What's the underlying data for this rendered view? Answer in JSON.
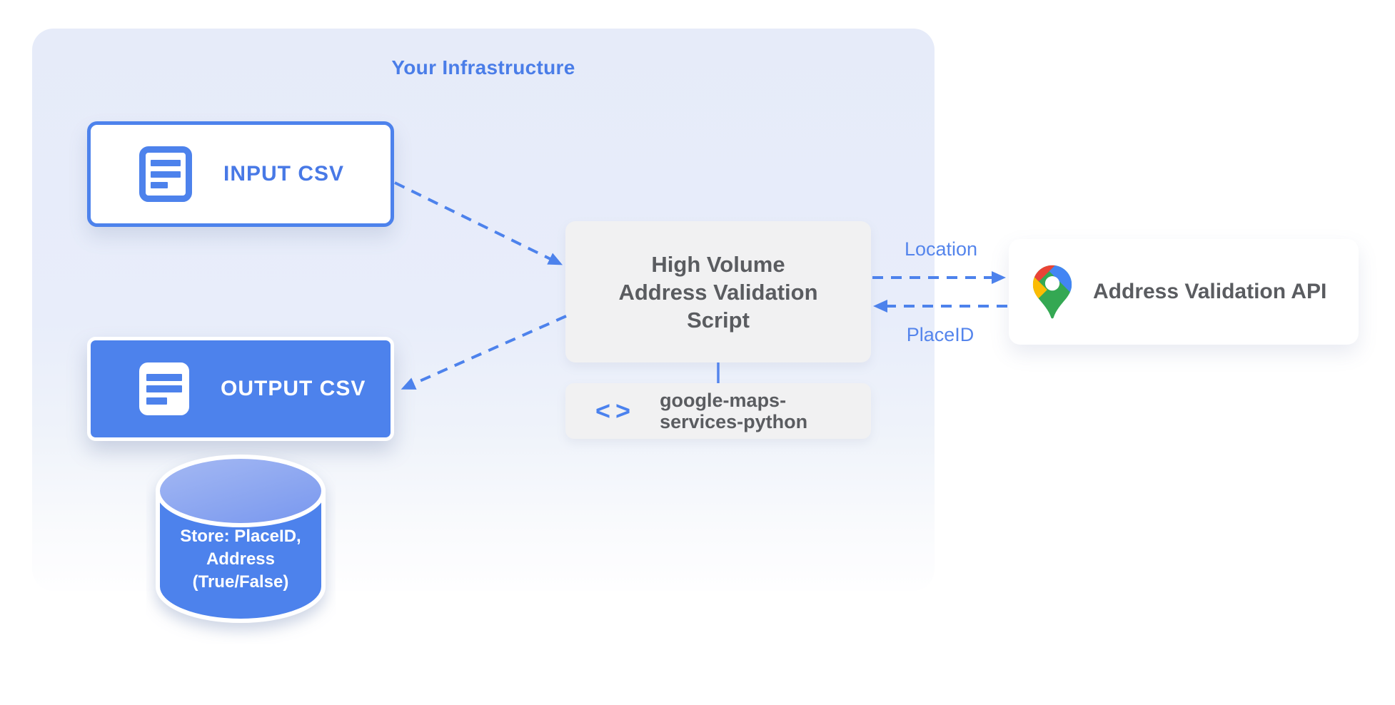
{
  "infrastructure": {
    "title": "Your Infrastructure"
  },
  "nodes": {
    "input_csv": {
      "label": "INPUT CSV",
      "icon": "document-icon"
    },
    "output_csv": {
      "label": "OUTPUT CSV",
      "icon": "document-icon"
    },
    "datastore": {
      "lines": [
        "Store: PlaceID,",
        "Address",
        "(True/False)"
      ],
      "shape": "database-cylinder"
    },
    "script": {
      "lines": [
        "High Volume",
        "Address Validation",
        "Script"
      ]
    },
    "library": {
      "icon": "code-icon",
      "glyph_left": "<",
      "glyph_right": ">",
      "lines": [
        "google-maps-",
        "services-python"
      ]
    },
    "api": {
      "label": "Address Validation API",
      "icon": "google-maps-pin-icon"
    }
  },
  "edges": {
    "location": {
      "label": "Location"
    },
    "placeid": {
      "label": "PlaceID"
    }
  },
  "colors": {
    "primary_blue": "#4D82EC",
    "label_blue": "#5585EC",
    "title_blue": "#4A7DE8",
    "container_bg": "#E7ECF9",
    "box_gray": "#F1F1F2",
    "text_gray": "#5A5C60",
    "pin_red": "#EA4335",
    "pin_blue": "#4285F4",
    "pin_yellow": "#FBBC04",
    "pin_green": "#34A853",
    "cylinder_top": "#8FA9F1",
    "cylinder_body": "#4D82EC"
  }
}
